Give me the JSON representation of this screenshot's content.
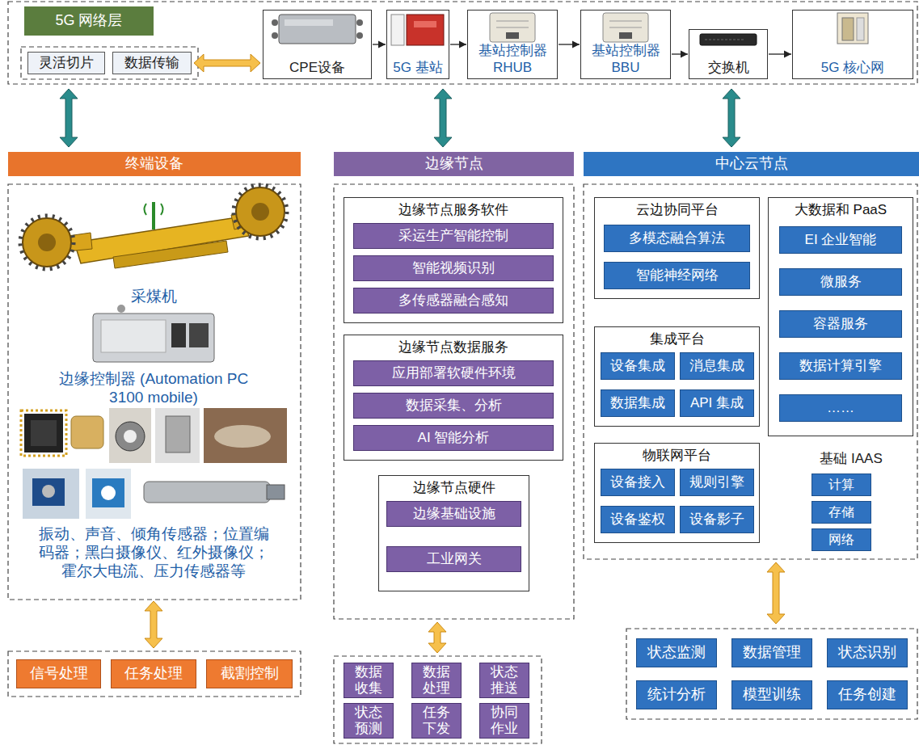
{
  "diagram": {
    "nodes": [
      {
        "text": [
          "5G 网络层"
        ]
      },
      {
        "text": [
          "灵活切片"
        ]
      },
      {
        "text": [
          "数据传输"
        ]
      },
      {
        "text": [
          "CPE设备"
        ]
      },
      {
        "text": [
          "5G 基站"
        ]
      },
      {
        "text": [
          "基站控制器 RHUB"
        ]
      },
      {
        "text": [
          "基站控制器 BBU"
        ]
      },
      {
        "text": [
          "交换机"
        ]
      },
      {
        "text": [
          "5G 核心网"
        ]
      },
      {
        "text": [
          "终端设备"
        ]
      },
      {
        "text": [
          "边缘节点"
        ]
      },
      {
        "text": [
          "中心云节点"
        ]
      },
      {
        "text": [
          "信号处理"
        ]
      },
      {
        "text": [
          "任务处理"
        ]
      },
      {
        "text": [
          "截割控制"
        ]
      },
      {
        "text": [
          "边缘节点服务软件"
        ]
      },
      {
        "text": [
          "采运生产智能控制"
        ],
        "in": 15
      },
      {
        "text": [
          "智能视频识别"
        ],
        "in": 15
      },
      {
        "text": [
          "多传感器融合感知"
        ],
        "in": 15
      },
      {
        "text": [
          "边缘节点数据服务"
        ]
      },
      {
        "text": [
          "应用部署软硬件环境"
        ],
        "in": 19
      },
      {
        "text": [
          "数据采集、分析"
        ],
        "in": 19
      },
      {
        "text": [
          "AI 智能分析"
        ],
        "in": 19
      },
      {
        "text": [
          "边缘节点硬件"
        ]
      },
      {
        "text": [
          "边缘基础设施"
        ],
        "in": 23
      },
      {
        "text": [
          "工业网关"
        ],
        "in": 23
      },
      {
        "text": [
          "数据收集"
        ]
      },
      {
        "text": [
          "数据处理"
        ]
      },
      {
        "text": [
          "状态推送"
        ]
      },
      {
        "text": [
          "状态预测"
        ]
      },
      {
        "text": [
          "任务下发"
        ]
      },
      {
        "text": [
          "协同作业"
        ]
      },
      {
        "text": [
          "云边协同平台"
        ]
      },
      {
        "text": [
          "多模态融合算法"
        ],
        "in": 32
      },
      {
        "text": [
          "智能神经网络"
        ],
        "in": 32
      },
      {
        "text": [
          "大数据和 PaaS"
        ]
      },
      {
        "text": [
          "EI 企业智能"
        ],
        "in": 35
      },
      {
        "text": [
          "微服务"
        ],
        "in": 35
      },
      {
        "text": [
          "容器服务"
        ],
        "in": 35
      },
      {
        "text": [
          "数据计算引擎"
        ],
        "in": 35
      },
      {
        "text": [
          "……"
        ],
        "in": 35
      },
      {
        "text": [
          "集成平台"
        ]
      },
      {
        "text": [
          "设备集成"
        ],
        "in": 41
      },
      {
        "text": [
          "消息集成"
        ],
        "in": 41
      },
      {
        "text": [
          "数据集成"
        ],
        "in": 41
      },
      {
        "text": [
          "API 集成"
        ],
        "in": 41
      },
      {
        "text": [
          "物联网平台"
        ]
      },
      {
        "text": [
          "设备接入"
        ],
        "in": 46
      },
      {
        "text": [
          "规则引擎"
        ],
        "in": 46
      },
      {
        "text": [
          "设备鉴权"
        ],
        "in": 46
      },
      {
        "text": [
          "设备影子"
        ],
        "in": 46
      },
      {
        "text": [
          "计算"
        ]
      },
      {
        "text": [
          "存储"
        ]
      },
      {
        "text": [
          "网络"
        ]
      },
      {
        "text": [
          "状态监测"
        ]
      },
      {
        "text": [
          "数据管理"
        ]
      },
      {
        "text": [
          "状态识别"
        ]
      },
      {
        "text": [
          "统计分析"
        ]
      },
      {
        "text": [
          "模型训练"
        ]
      },
      {
        "text": [
          "任务创建"
        ]
      }
    ],
    "edges": [
      {
        "from": 2,
        "to": 3,
        "arrow": "both"
      },
      {
        "from": 3,
        "to": 4,
        "arrow": "to"
      },
      {
        "from": 4,
        "to": 5,
        "arrow": "to"
      },
      {
        "from": 5,
        "to": 6,
        "arrow": "to"
      },
      {
        "from": 6,
        "to": 7,
        "arrow": "to"
      },
      {
        "from": 7,
        "to": 8,
        "arrow": "to"
      }
    ],
    "labels": [
      "采煤机",
      "边缘控制器 (Automation PC 3100 mobile)",
      "振动、声音、倾角传感器；位置编码器；黑白摄像仪、红外摄像仪；霍尔大电流、压力传感器等",
      "基础 IAAS"
    ]
  }
}
